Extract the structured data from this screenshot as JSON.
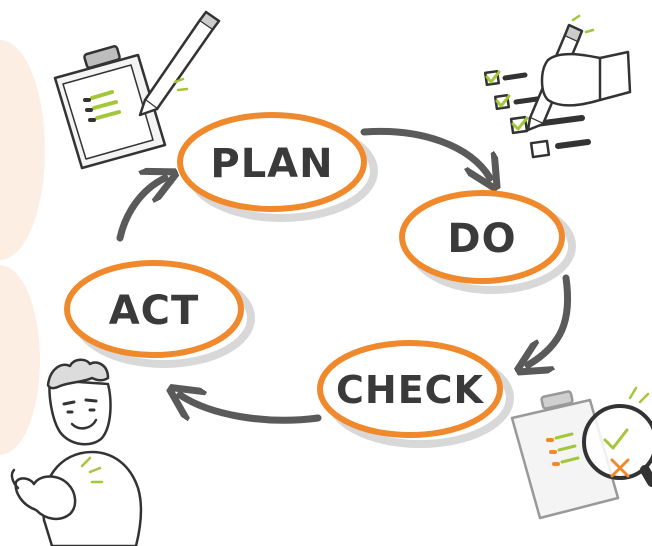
{
  "diagram": {
    "stages": [
      {
        "id": "plan",
        "label": "PLAN"
      },
      {
        "id": "do",
        "label": "DO"
      },
      {
        "id": "check",
        "label": "CHECK"
      },
      {
        "id": "act",
        "label": "ACT"
      }
    ]
  },
  "colors": {
    "accent_orange": "#f0892b",
    "ink": "#3a3a3a",
    "arrow_gray": "#5a5a5a",
    "highlight_green": "#a4c639",
    "blush": "#fdeee4"
  },
  "icons": [
    "clipboard-pencil-icon",
    "checklist-hand-icon",
    "magnifier-clipboard-icon",
    "strongman-icon"
  ]
}
